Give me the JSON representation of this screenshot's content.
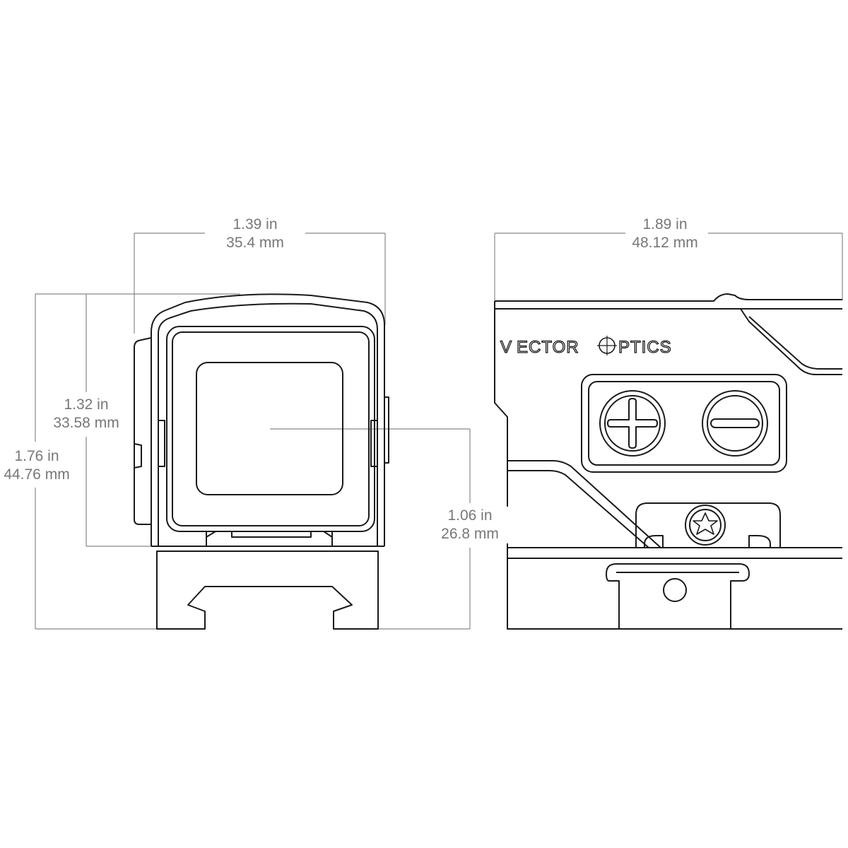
{
  "front_view": {
    "width_dim": {
      "inches": "1.39 in",
      "mm": "35.4 mm"
    },
    "body_height_dim": {
      "inches": "1.32 in",
      "mm": "33.58 mm"
    },
    "total_height_dim": {
      "inches": "1.76 in",
      "mm": "44.76 mm"
    },
    "optical_axis_dim": {
      "inches": "1.06 in",
      "mm": "26.8 mm"
    }
  },
  "side_view": {
    "length_dim": {
      "inches": "1.89 in",
      "mm": "48.12 mm"
    },
    "brand_logo": "VECTOR OPTICS",
    "buttons": [
      "plus-button-icon",
      "minus-button-icon"
    ]
  },
  "colors": {
    "line": "#1a1a1a",
    "dimension_line": "#888888",
    "dimension_text": "#777777",
    "background": "#ffffff"
  }
}
